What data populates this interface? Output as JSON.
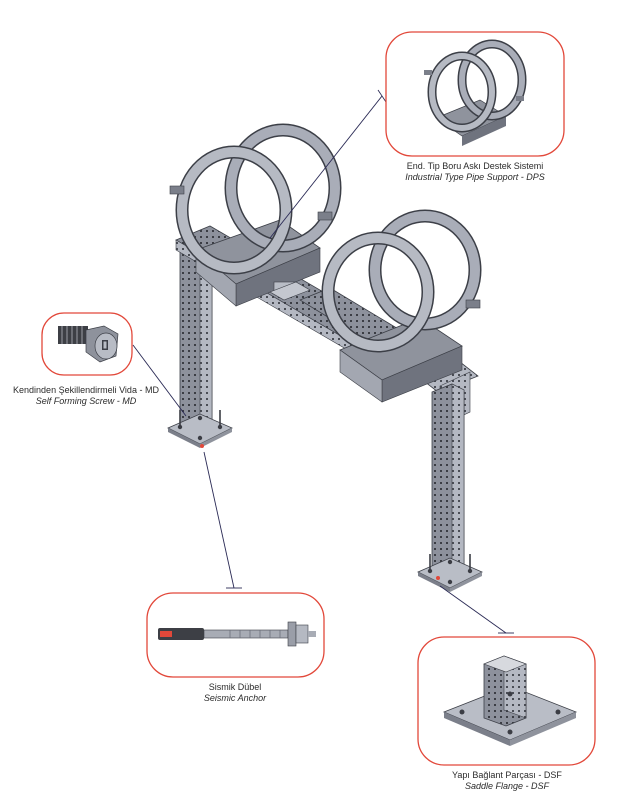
{
  "callouts": {
    "pipe_support": {
      "label_tr": "End. Tip Boru Askı Destek Sistemi",
      "label_en": "Industrial Type Pipe Support - DPS"
    },
    "screw": {
      "label_tr": "Kendinden Şekillendirmeli Vida - MD",
      "label_en": "Self Forming Screw - MD"
    },
    "anchor": {
      "label_tr": "Sismik Dübel",
      "label_en": "Seismic Anchor"
    },
    "flange": {
      "label_tr": "Yapı Bağlant Parçası - DSF",
      "label_en": "Saddle Flange - DSF"
    }
  },
  "colors": {
    "accent": "#e2483a",
    "leader": "#2a2a55",
    "steel": "#a9adb8",
    "steel_dark": "#6d717d"
  }
}
